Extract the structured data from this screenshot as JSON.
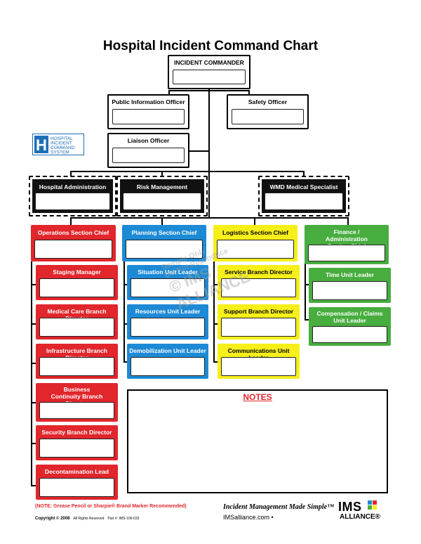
{
  "title": "Hospital Incident Command Chart",
  "logo": {
    "letter": "H",
    "lines": [
      "HOSPITAL",
      "INCIDENT",
      "COMMAND",
      "SYSTEM"
    ]
  },
  "command": {
    "commander": "INCIDENT COMMANDER",
    "pio": "Public Information Officer",
    "safety": "Safety Officer",
    "liaison": "Liaison Officer"
  },
  "specialists": {
    "admin": "Hospital Administration",
    "risk": "Risk Management",
    "wmd": "WMD Medical Specialist"
  },
  "sections": {
    "operations": {
      "chief": "Operations Section Chief",
      "units": [
        "Staging Manager",
        "Medical Care Branch Director",
        "Infrastructure Branch Director",
        "Business Continuity Branch Director",
        "Security Branch Director",
        "Decontamination Lead"
      ]
    },
    "planning": {
      "chief": "Planning Section Chief",
      "units": [
        "Situation Unit Leader",
        "Resources Unit Leader",
        "Demobilization Unit Leader"
      ]
    },
    "logistics": {
      "chief": "Logistics Section Chief",
      "units": [
        "Service Branch Director",
        "Support Branch Director",
        "Communications Unit Leader"
      ]
    },
    "finance": {
      "chief": "Finance / Administration Section Chief",
      "units": [
        "Time Unit Leader",
        "Compensation / Claims Unit Leader"
      ]
    }
  },
  "notes_title": "NOTES",
  "watermark": [
    "Sample Only",
    "Do Not Reproduce",
    "© IMS ALLIANCE"
  ],
  "footer": {
    "note": "(NOTE: Grease Pencil or Sharpie® Brand Marker Recommended)",
    "copyright": "Copyright © 2008",
    "rights": "All Rights Reserved",
    "part": "Part #: IMS-100-033",
    "tagline": "Incident Management Made Simple™",
    "site": "IMSalliance.com",
    "brand": "IMS",
    "brand_sub": "ALLIANCE®"
  },
  "colors": {
    "operations": "#e1262c",
    "planning": "#1d8ad6",
    "logistics": "#f7ef1a",
    "finance": "#47ad3e",
    "notes": "#e1262c"
  }
}
